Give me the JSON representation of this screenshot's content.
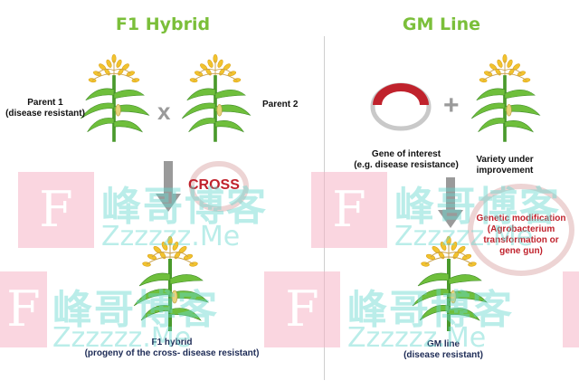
{
  "left_panel": {
    "title": "F1 Hybrid",
    "parent1": [
      "Parent 1",
      "(disease resistant)"
    ],
    "parent2": "Parent 2",
    "cross_symbol": "x",
    "cross_label": "CROSS",
    "result": [
      "F1 hybrid",
      "(progeny of the cross- disease resistant)"
    ]
  },
  "right_panel": {
    "title": "GM Line",
    "plus_symbol": "+",
    "gene": [
      "Gene of interest",
      "(e.g. disease resistance)"
    ],
    "variety": [
      "Variety under",
      "improvement"
    ],
    "modification": [
      "Genetic modification",
      "(Agrobacterium",
      "transformation or",
      "gene gun)"
    ],
    "result": [
      "GM line",
      "(disease resistant)"
    ]
  },
  "watermark": {
    "letter": "F",
    "cn_text": "峰哥博客",
    "en_text": "Zzzzzz.Me"
  },
  "colors": {
    "title_green": "#7bbf3a",
    "label_navy": "#1c2a55",
    "accent_red": "#c0222c",
    "arrow_gray": "#9a9a9a",
    "stem_green": "#4a9a2c",
    "leaf_green": "#6fbf3c",
    "tassel_yellow": "#f2c32e"
  },
  "icons": [
    "maize-plant-icon",
    "plasmid-icon",
    "down-arrow-icon"
  ]
}
